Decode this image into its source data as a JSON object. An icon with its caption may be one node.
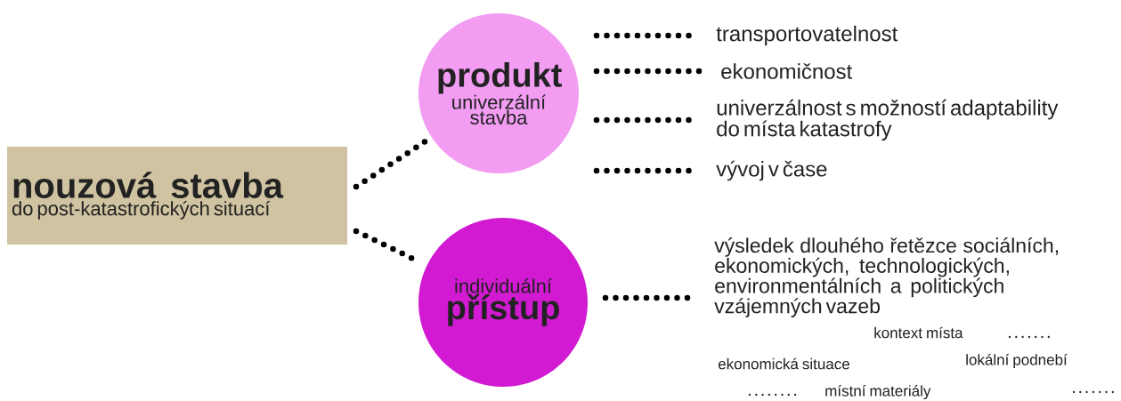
{
  "diagram": {
    "nodes": [
      {
        "text": [
          "nouzová stavba",
          "do post-katastrofických situací"
        ]
      },
      {
        "text": [
          "produkt",
          "univerzální stavba"
        ]
      },
      {
        "text": [
          "individuální",
          "přístup"
        ]
      },
      {
        "text": [
          "transportovatelnost"
        ]
      },
      {
        "text": [
          "ekonomičnost"
        ]
      },
      {
        "text": [
          "univerzálnost s možností adaptability do místa katastrofy"
        ]
      },
      {
        "text": [
          "vývoj v čase"
        ]
      },
      {
        "text": [
          "výsledek dlouhého řetězce sociálních, ekonomických, technologických, environmentálních a politických vzájemných vazeb"
        ]
      }
    ],
    "edges": [
      {
        "from": 0,
        "to": 1,
        "arrow": "none"
      },
      {
        "from": 0,
        "to": 2,
        "arrow": "none"
      },
      {
        "from": 1,
        "to": 3,
        "arrow": "none"
      },
      {
        "from": 1,
        "to": 4,
        "arrow": "none"
      },
      {
        "from": 1,
        "to": 5,
        "arrow": "none"
      },
      {
        "from": 1,
        "to": 6,
        "arrow": "none"
      },
      {
        "from": 2,
        "to": 7,
        "arrow": "none"
      }
    ],
    "labels": [
      "kontext místa",
      "ekonomická situace",
      "lokální podnebí",
      "místní materiály"
    ]
  }
}
